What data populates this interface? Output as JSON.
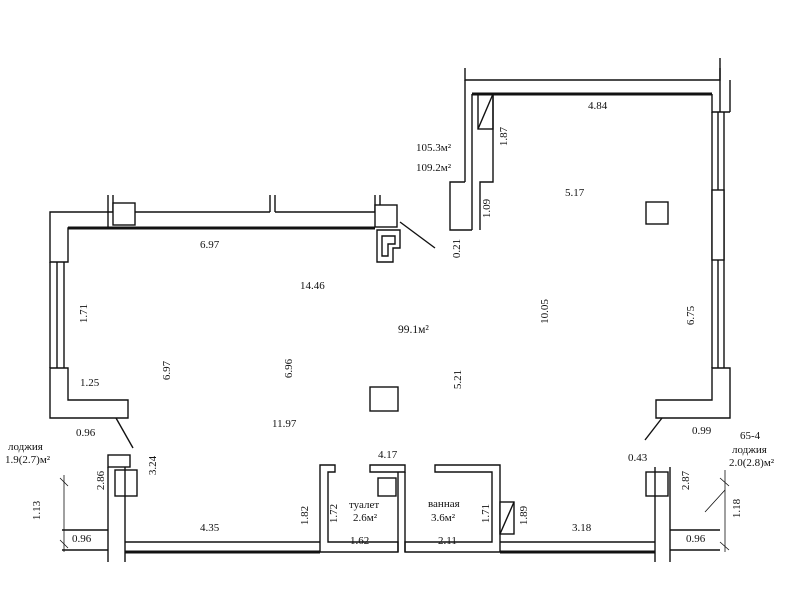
{
  "areas": {
    "total_a": "105.3м²",
    "total_b": "109.2м²",
    "main_room": "99.1м²",
    "toilet": "2.6м²",
    "bathroom": "3.6м²",
    "loggia_left": "1.9(2.7)м²",
    "loggia_right": "2.0(2.8)м²"
  },
  "rooms": {
    "toilet": "туалет",
    "bathroom": "ванная",
    "loggia_left": "лоджия",
    "loggia_right": "лоджия"
  },
  "codes": {
    "unit_code": "65-4"
  },
  "dimensions": {
    "d484": "4.84",
    "d187": "1.87",
    "d517": "5.17",
    "d109": "1.09",
    "d021": "0.21",
    "d697a": "6.97",
    "d1446": "14.46",
    "d171": "1.71",
    "d697b": "6.97",
    "d696": "6.96",
    "d1005": "10.05",
    "d675": "6.75",
    "d521": "5.21",
    "d125": "1.25",
    "d096a": "0.96",
    "d1197": "11.97",
    "d099": "0.99",
    "d324": "3.24",
    "d417": "4.17",
    "d043": "0.43",
    "d286": "2.86",
    "d287": "2.87",
    "d113": "1.13",
    "d118": "1.18",
    "d182": "1.82",
    "d172": "1.72",
    "d171b": "1.71",
    "d189": "1.89",
    "d435": "4.35",
    "d162": "1.62",
    "d211": "2.11",
    "d318": "3.18",
    "d096b": "0.96",
    "d096c": "0.96"
  }
}
